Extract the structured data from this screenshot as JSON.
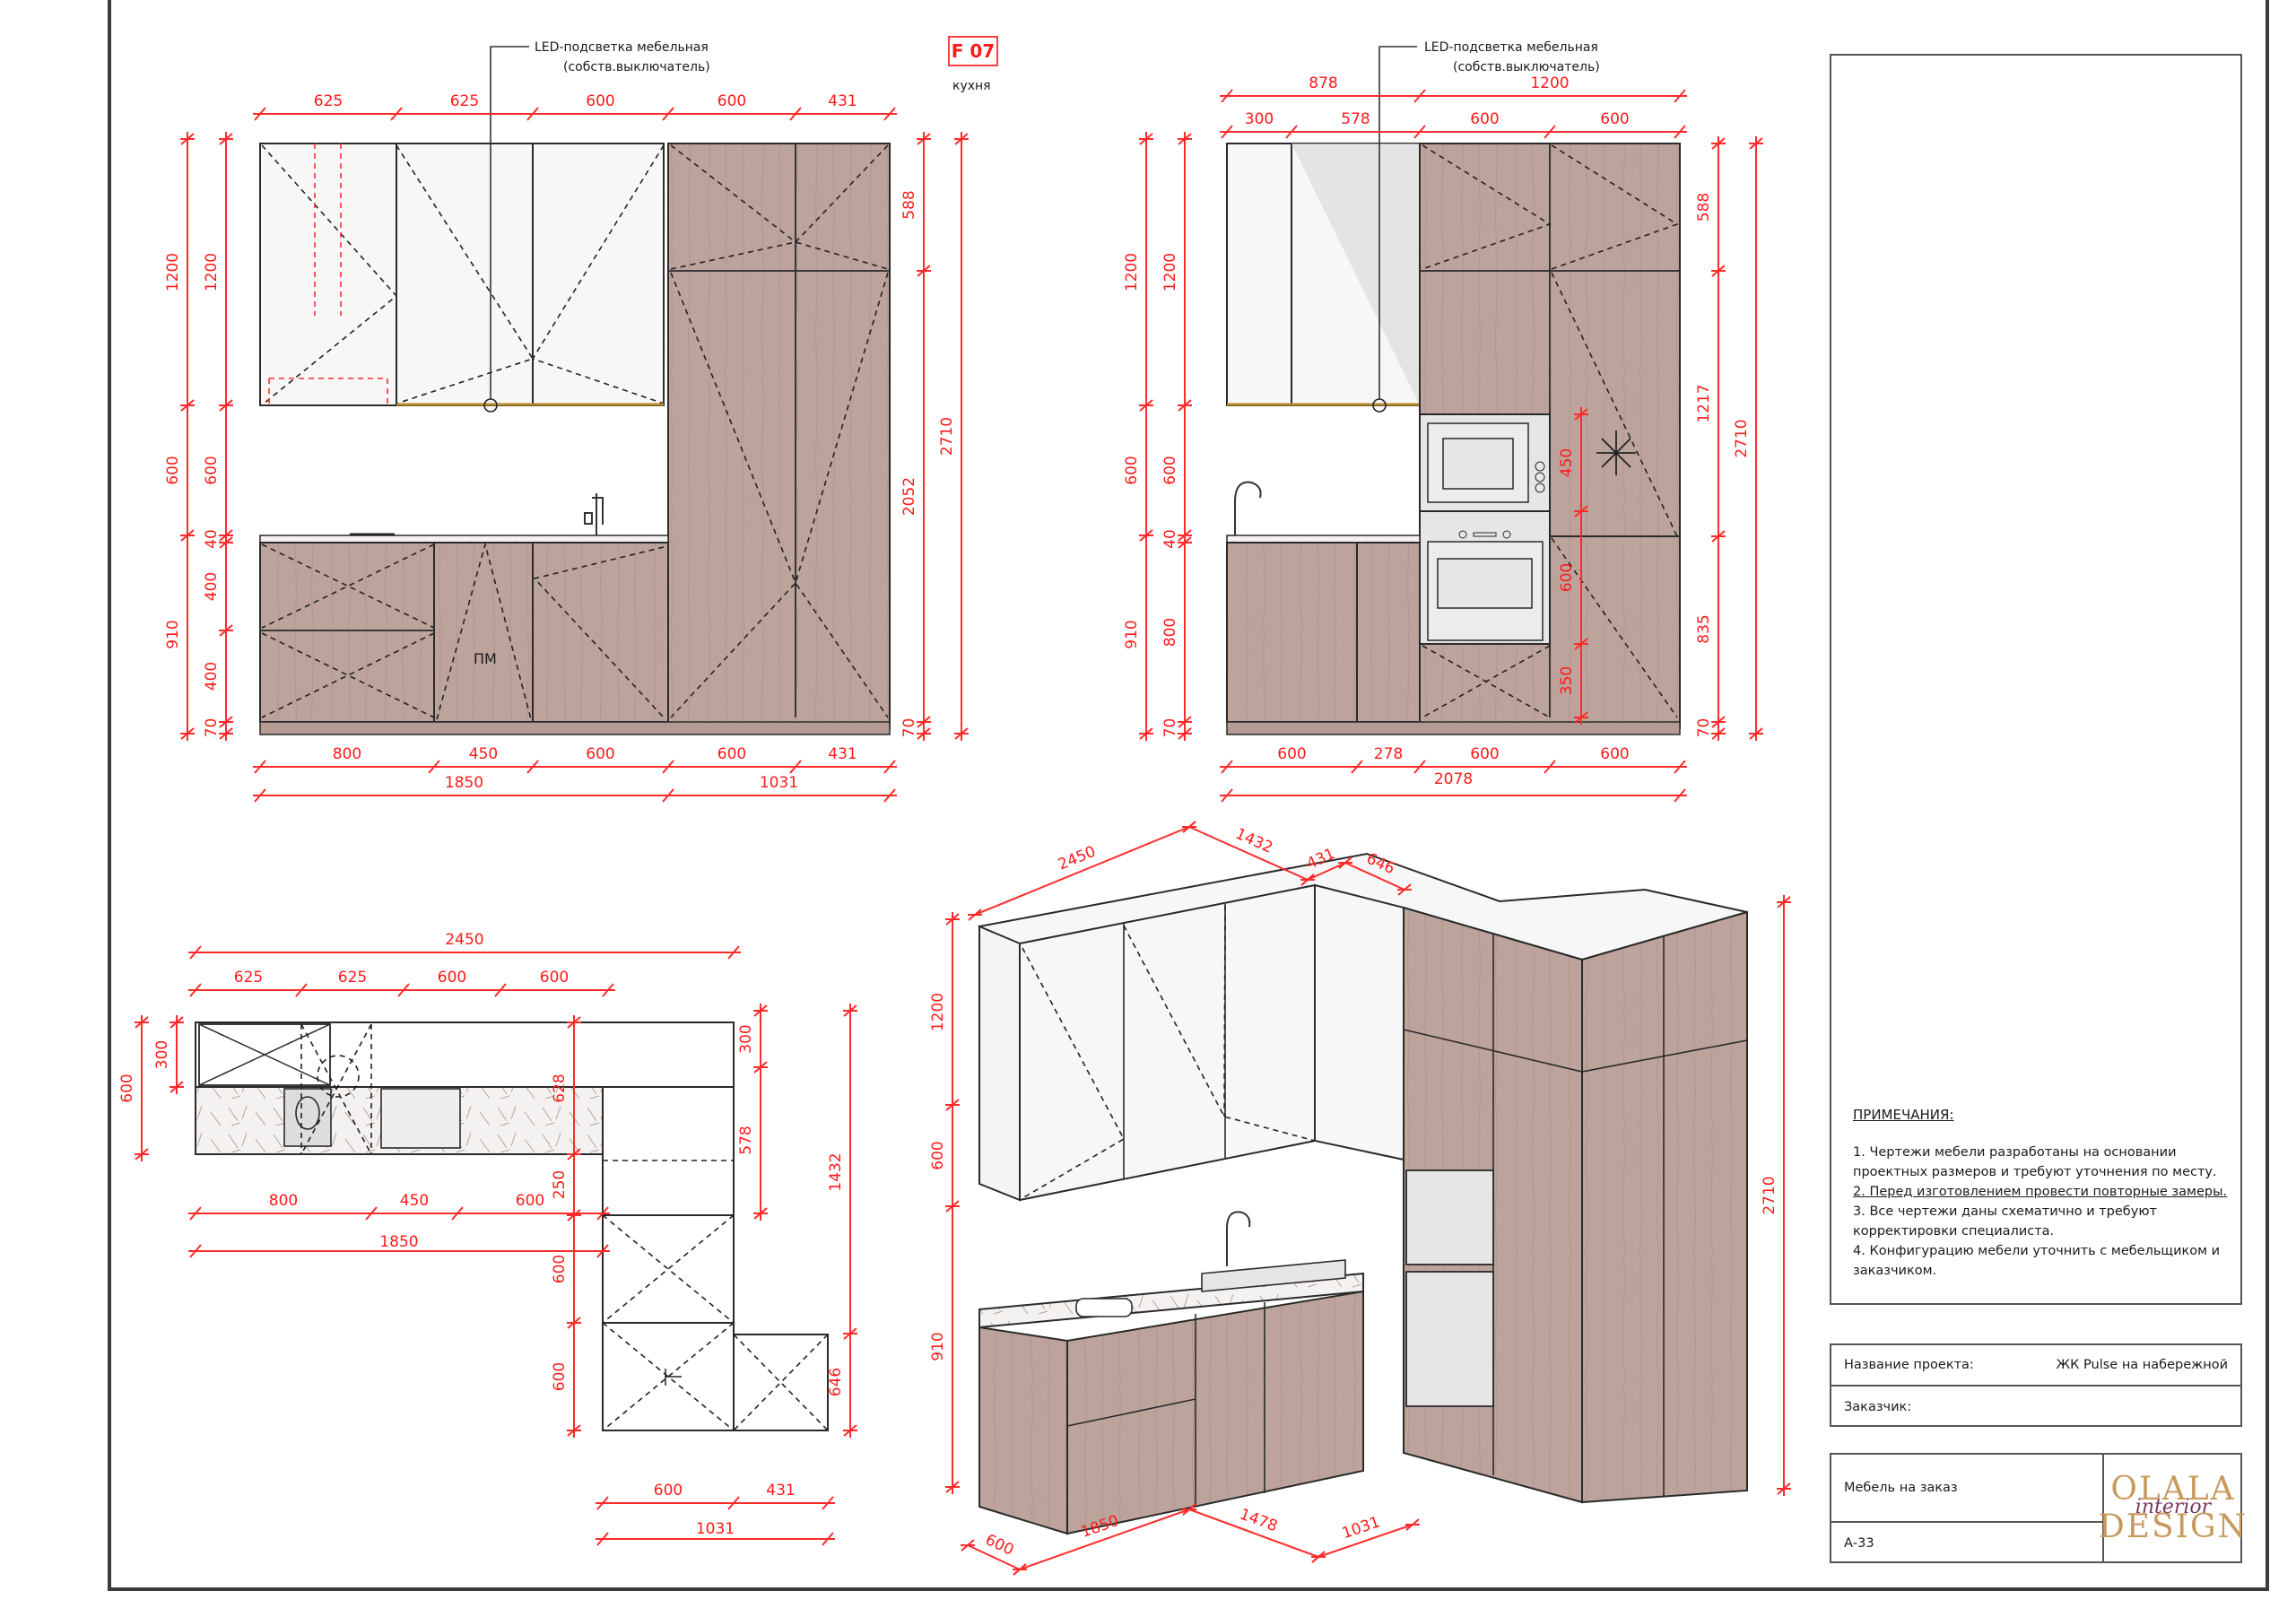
{
  "sheet": {
    "code": "F 07",
    "room": "кухня",
    "led_label_line1": "LED-подсветка мебельная",
    "led_label_line2": "(собств.выключатель)",
    "colors": {
      "dimension": "#ff2b2b",
      "wood": "#bca39b",
      "white_facade": "#f7f7f7",
      "outline": "#2a2a2a",
      "logo_gold": "#c79a5c",
      "logo_plum": "#7b3a5a"
    }
  },
  "elevation_a": {
    "top_dims": [
      "625",
      "625",
      "600",
      "600",
      "431"
    ],
    "bottom_dims": [
      "800",
      "450",
      "600",
      "600",
      "431"
    ],
    "bottom_totals": [
      "1850",
      "1031"
    ],
    "left_outer": [
      "1200",
      "600",
      "910"
    ],
    "left_inner": [
      "1200",
      "600",
      "40",
      "400",
      "400",
      "70"
    ],
    "right_inner": [
      "588",
      "2052",
      "70"
    ],
    "right_outer": [
      "2710"
    ],
    "dishwasher_label": "ПМ"
  },
  "elevation_b": {
    "top_totals": [
      "878",
      "1200"
    ],
    "top_dims": [
      "300",
      "578",
      "600",
      "600"
    ],
    "bottom_dims": [
      "600",
      "278",
      "600",
      "600"
    ],
    "bottom_total": "2078",
    "left_outer": [
      "1200",
      "600",
      "910"
    ],
    "left_inner": [
      "1200",
      "600",
      "40",
      "800",
      "70"
    ],
    "appliance_dims": [
      "450",
      "600",
      "350"
    ],
    "right_inner": [
      "588",
      "1217",
      "835",
      "70"
    ],
    "right_outer": [
      "2710"
    ]
  },
  "plan": {
    "top_total": "2450",
    "top_dims": [
      "625",
      "625",
      "600",
      "600"
    ],
    "left_outer": "600",
    "left_inner": "300",
    "inner_vertical": [
      "628",
      "250",
      "600",
      "600"
    ],
    "bottom_dims": [
      "800",
      "450",
      "600"
    ],
    "bottom_total": "1850",
    "right_inner": [
      "300",
      "578"
    ],
    "right_outer": [
      "1432",
      "646"
    ],
    "wing_dims": [
      "600",
      "431"
    ],
    "wing_total": "1031"
  },
  "isometric": {
    "top_dims": [
      "2450",
      "1432",
      "431",
      "646"
    ],
    "bottom_dims": [
      "600",
      "1850",
      "1478",
      "1031"
    ],
    "left_dims": [
      "1200",
      "600",
      "910"
    ],
    "right_dim": "2710"
  },
  "notes": {
    "title": "ПРИМЕЧАНИЯ:",
    "items": [
      "1. Чертежи мебели разработаны на основании проектных размеров и требуют уточнения по месту.",
      "2. Перед изготовлением провести повторные замеры.",
      "3. Все чертежи даны схематично и требуют корректировки специалиста.",
      "4. Конфигурацию мебели уточнить с мебельщиком и заказчиком."
    ]
  },
  "title_block": {
    "project_label": "Название проекта:",
    "project_value": "ЖК Pulse на набережной",
    "client_label": "Заказчик:",
    "client_value": "",
    "drawing_name": "Мебель на заказ",
    "sheet_number": "А-33",
    "logo": {
      "line1": "OLALA",
      "line2": "interior",
      "line3": "DESIGN"
    }
  }
}
